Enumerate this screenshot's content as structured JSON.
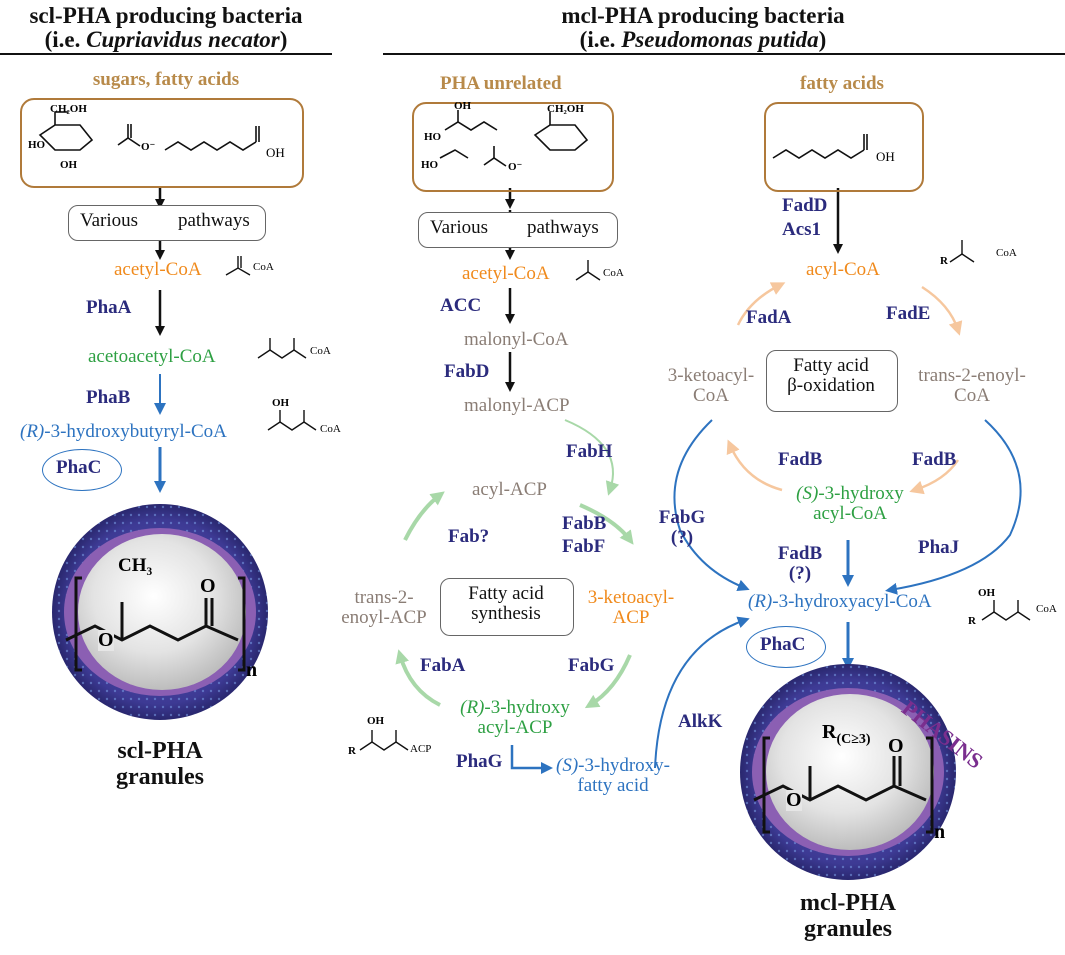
{
  "left": {
    "header_line1": "scl-PHA producing bacteria",
    "header_line2_pre": "(i.e. ",
    "header_line2_it": "Cupriavidus necator",
    "header_line2_post": ")",
    "source_label": "sugars, fatty acids",
    "various": "Various",
    "pathways": "pathways",
    "acetylcoa": "acetyl-CoA",
    "phaA": "PhaA",
    "acetoacetylcoa": "acetoacetyl-CoA",
    "phaB": "PhaB",
    "hb_r": "(R)",
    "hb_rest": "-3-hydroxybutyryl-CoA",
    "phaC": "PhaC",
    "granule_line1": "scl-PHA",
    "granule_line2": "granules",
    "poly_group": "CH₃",
    "poly_o": "O",
    "poly_n": "n"
  },
  "right": {
    "header_line1": "mcl-PHA producing bacteria",
    "header_line2_pre": "(i.e. ",
    "header_line2_it": "Pseudomonas putida",
    "header_line2_post": ")",
    "unrelated_label": "PHA unrelated",
    "fatty_label": "fatty acids",
    "various": "Various",
    "pathways": "pathways",
    "acetylcoa": "acetyl-CoA",
    "acc": "ACC",
    "malonylcoa": "malonyl-CoA",
    "fabD": "FabD",
    "malonylacp": "malonyl-ACP",
    "fabH": "FabH",
    "acylacp": "acyl-ACP",
    "fabq": "Fab?",
    "fabB": "FabB",
    "fabF": "FabF",
    "fas_line1": "Fatty acid",
    "fas_line2": "synthesis",
    "ketoacp_line1": "3-ketoacyl-",
    "ketoacp_line2": "ACP",
    "enoylacp_line1": "trans-2-",
    "enoylacp_line2": "enoyl-ACP",
    "fabA": "FabA",
    "fabG": "FabG",
    "hacp_r": "(R)",
    "hacp_rest": "-3-hydroxy",
    "hacp_line2": "acyl-ACP",
    "phaG": "PhaG",
    "shfa_s": "(S)",
    "shfa_rest": "-3-hydroxy-",
    "shfa_line2": "fatty acid",
    "alkK": "AlkK",
    "fadD": "FadD",
    "acs1": "Acs1",
    "acylcoa": "acyl-CoA",
    "fadA": "FadA",
    "fadE": "FadE",
    "ketocoa_line1": "3-ketoacyl-",
    "ketocoa_line2": "CoA",
    "enoylcoa_line1": "trans-2-enoyl-",
    "enoylcoa_line2": "CoA",
    "box_line1": "Fatty acid",
    "box_line2": "β-oxidation",
    "fadB1": "FadB",
    "fadB2": "FadB",
    "shcoa_s": "(S)",
    "shcoa_rest": "-3-hydroxy",
    "shcoa_line2": "acyl-CoA",
    "fabG2": "FabG",
    "fabG2_q": "(?)",
    "fadB3": "FadB",
    "fadB3_q": "(?)",
    "phaJ": "PhaJ",
    "rh_r": "(R)",
    "rh_rest": "-3-hydroxyacyl-CoA",
    "phaC": "PhaC",
    "phasins": "PHASINS",
    "granule_line1": "mcl-PHA",
    "granule_line2": "granules",
    "poly_group": "R",
    "poly_sub": "(C≥3)",
    "poly_o": "O",
    "poly_n": "n"
  },
  "chem": {
    "coa": "CoA",
    "acp": "ACP",
    "oh": "OH",
    "o_minus": "O⁻",
    "ho": "HO",
    "ch2oh": "CH₂OH",
    "r": "R",
    "s": "S"
  }
}
